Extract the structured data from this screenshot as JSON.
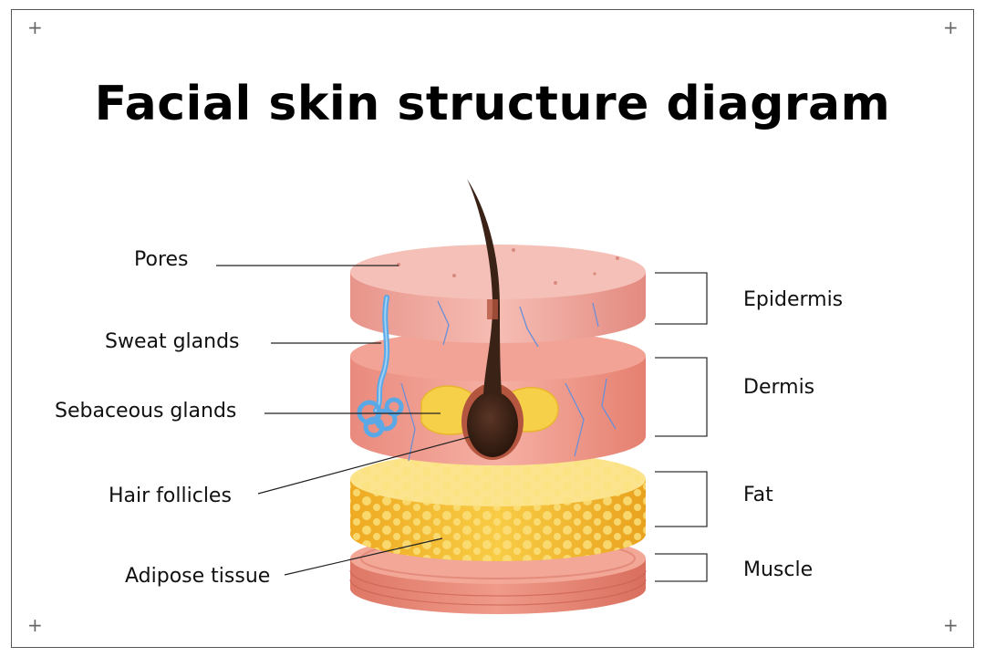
{
  "title": "Facial skin structure diagram",
  "left_labels": {
    "pores": "Pores",
    "sweat_glands": "Sweat glands",
    "sebaceous_glands": "Sebaceous glands",
    "hair_follicles": "Hair follicles",
    "adipose_tissue": "Adipose tissue"
  },
  "layers": {
    "epidermis": "Epidermis",
    "dermis": "Dermis",
    "fat": "Fat",
    "muscle": "Muscle"
  },
  "corner_glyph": "+",
  "colors": {
    "epidermis": "#f2b0a8",
    "dermis": "#f0a095",
    "fat": "#f6c437",
    "muscle": "#e8907f",
    "hair": "#3a2216",
    "sweat_gland": "#5aa9e6",
    "sebaceous_gland": "#f7d04a"
  }
}
